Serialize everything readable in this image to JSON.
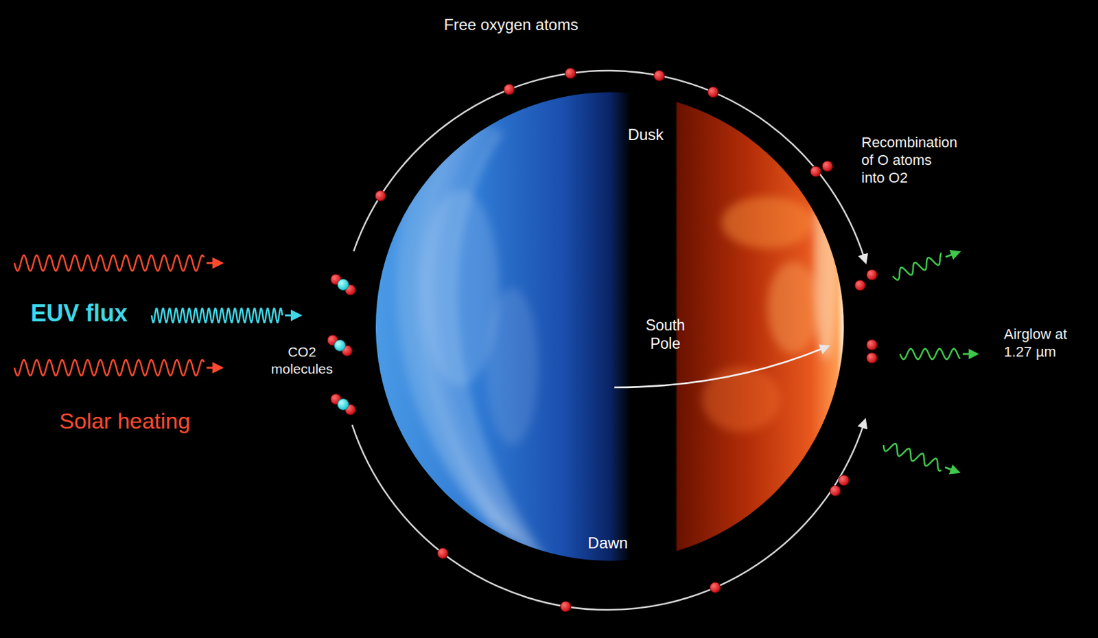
{
  "diagram": {
    "nodes": [
      {
        "text": [
          "Dusk",
          "South Pole",
          "Dawn"
        ]
      }
    ],
    "labels": [
      "Free oxygen atoms",
      "Recombination of O atoms into O2",
      "EUV flux",
      "Solar heating",
      "CO2 molecules",
      "Airglow at 1.27 µm"
    ]
  }
}
